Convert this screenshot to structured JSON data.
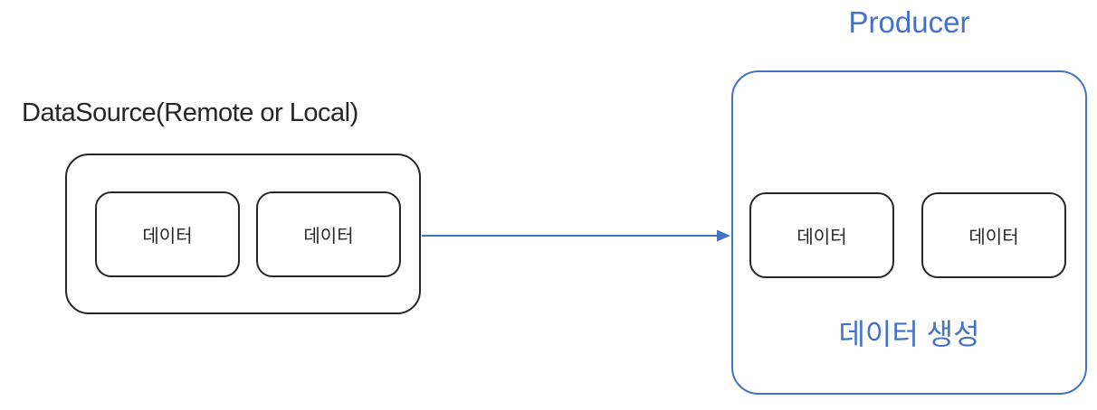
{
  "datasource": {
    "label": "DataSource(Remote or Local)",
    "items": [
      "데이터",
      "데이터"
    ]
  },
  "producer": {
    "title": "Producer",
    "items": [
      "데이터",
      "데이터"
    ],
    "caption": "데이터 생성"
  },
  "colors": {
    "accent_blue": "#4472C4",
    "ink_black": "#262626"
  }
}
